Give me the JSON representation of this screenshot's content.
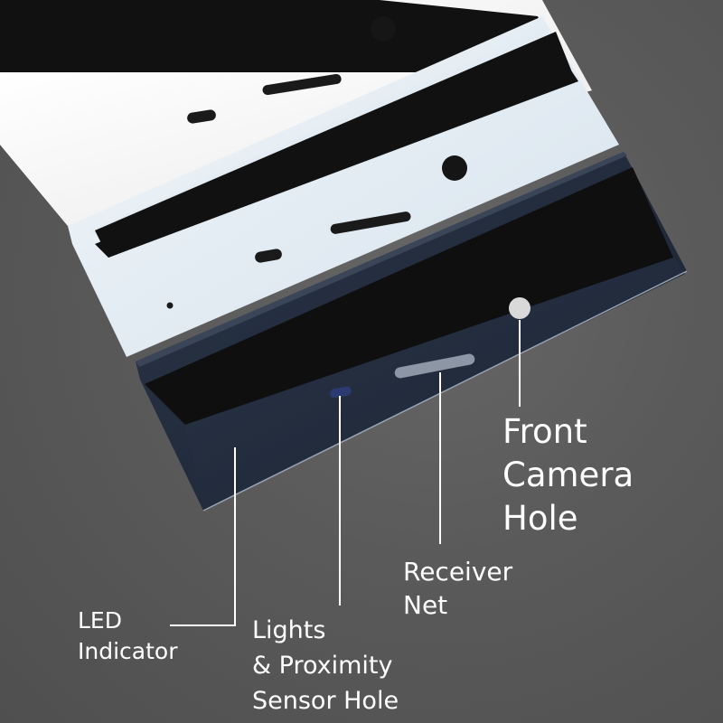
{
  "labels": {
    "led": [
      "LED",
      "Indicator"
    ],
    "proximity": [
      "Lights",
      "& Proximity",
      "Sensor Hole"
    ],
    "receiver": [
      "Receiver",
      "Net"
    ],
    "camera": [
      "Front",
      "Camera",
      "Hole"
    ]
  },
  "colors": {
    "background": "#5a5a5a",
    "panel_white": "#f6f6f6",
    "panel_lightblue": "#e6eef5",
    "panel_navy": "#1f2a3c",
    "screen_black": "#111111",
    "callout_line": "#ffffff"
  }
}
